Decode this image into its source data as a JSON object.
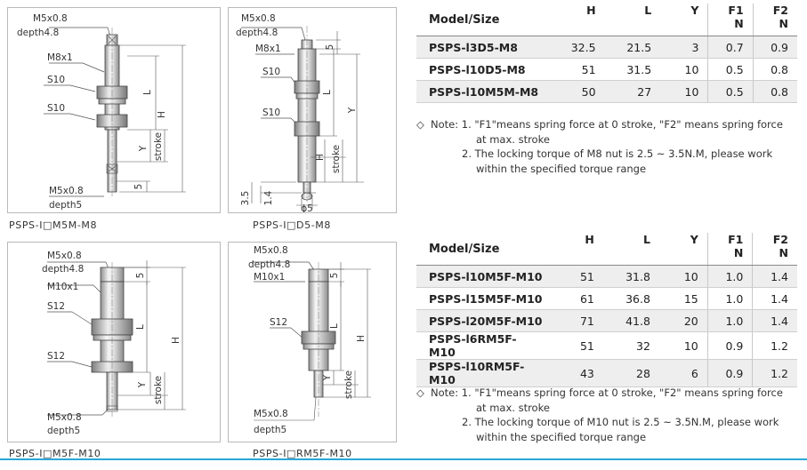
{
  "drawings": {
    "top_left": {
      "thread_tip": "M5x0.8",
      "depth_tip": "depth4.8",
      "thread_body": "M8x1",
      "nut_upper": "S10",
      "nut_lower": "S10",
      "thread_bottom": "M5x0.8",
      "depth_bottom": "depth5",
      "dim_h": "H",
      "dim_l": "L",
      "dim_y": "Y",
      "dim_stroke": "stroke",
      "dim_5": "5",
      "caption": "PSPS-I□M5M-M8"
    },
    "top_right": {
      "thread_tip": "M5x0.8",
      "depth_tip": "depth4.8",
      "thread_body": "M8x1",
      "nut_upper": "S10",
      "nut_lower": "S10",
      "dim_5": "5",
      "dim_l": "L",
      "dim_y": "Y",
      "dim_h": "H",
      "dim_stroke": "stroke",
      "dim_35": "3.5",
      "dim_14": "1.4",
      "dim_phi5": "ϕ5",
      "caption": "PSPS-I□D5-M8"
    },
    "bottom_left": {
      "thread_tip": "M5x0.8",
      "depth_tip": "depth4.8",
      "thread_body": "M10x1",
      "nut_upper": "S12",
      "nut_lower": "S12",
      "thread_bottom": "M5x0.8",
      "depth_bottom": "depth5",
      "dim_5": "5",
      "dim_l": "L",
      "dim_h": "H",
      "dim_y": "Y",
      "dim_stroke": "stroke",
      "caption": "PSPS-I□M5F-M10"
    },
    "bottom_right": {
      "thread_tip": "M5x0.8",
      "depth_tip": "depth4.8",
      "thread_body": "M10x1",
      "nut": "S12",
      "thread_bottom": "M5x0.8",
      "depth_bottom": "depth5",
      "dim_5": "5",
      "dim_l": "L",
      "dim_h": "H",
      "dim_y": "Y",
      "dim_stroke": "stroke",
      "caption": "PSPS-I□RM5F-M10"
    }
  },
  "table1": {
    "headers": {
      "model": "Model/Size",
      "h": "H",
      "l": "L",
      "y": "Y",
      "f1": "F1",
      "f1_unit": "N",
      "f2": "F2",
      "f2_unit": "N"
    },
    "rows": [
      {
        "model": "PSPS-l3D5-M8",
        "h": "32.5",
        "l": "21.5",
        "y": "3",
        "f1": "0.7",
        "f2": "0.9"
      },
      {
        "model": "PSPS-l10D5-M8",
        "h": "51",
        "l": "31.5",
        "y": "10",
        "f1": "0.5",
        "f2": "0.8"
      },
      {
        "model": "PSPS-l10M5M-M8",
        "h": "50",
        "l": "27",
        "y": "10",
        "f1": "0.5",
        "f2": "0.8"
      }
    ],
    "note": {
      "symbol": "◇",
      "line1": "Note: 1. \"F1\"means spring force at 0 stroke, \"F2\" means spring force",
      "line2": "at max. stroke",
      "line3": "2. The locking torque of M8 nut is 2.5 ~ 3.5N.M, please work",
      "line4": "within the specified torque range"
    }
  },
  "table2": {
    "headers": {
      "model": "Model/Size",
      "h": "H",
      "l": "L",
      "y": "Y",
      "f1": "F1",
      "f1_unit": "N",
      "f2": "F2",
      "f2_unit": "N"
    },
    "rows": [
      {
        "model": "PSPS-l10M5F-M10",
        "h": "51",
        "l": "31.8",
        "y": "10",
        "f1": "1.0",
        "f2": "1.4"
      },
      {
        "model": "PSPS-l15M5F-M10",
        "h": "61",
        "l": "36.8",
        "y": "15",
        "f1": "1.0",
        "f2": "1.4"
      },
      {
        "model": "PSPS-l20M5F-M10",
        "h": "71",
        "l": "41.8",
        "y": "20",
        "f1": "1.0",
        "f2": "1.4"
      },
      {
        "model": "PSPS-l6RM5F-M10",
        "h": "51",
        "l": "32",
        "y": "10",
        "f1": "0.9",
        "f2": "1.2"
      },
      {
        "model": "PSPS-l10RM5F-M10",
        "h": "43",
        "l": "28",
        "y": "6",
        "f1": "0.9",
        "f2": "1.2"
      }
    ],
    "note": {
      "symbol": "◇",
      "line1": "Note: 1. \"F1\"means spring force at 0 stroke, \"F2\" means spring force",
      "line2": "at max. stroke",
      "line3": "2. The locking torque of M10 nut is 2.5 ~ 3.5N.M, please work",
      "line4": "within the specified torque range"
    }
  },
  "colors": {
    "accent_rule": "#2aa7d8",
    "row_alt": "#eeeeee",
    "metal_light": "#f4f4f4",
    "metal_dark": "#9a9a9a"
  }
}
